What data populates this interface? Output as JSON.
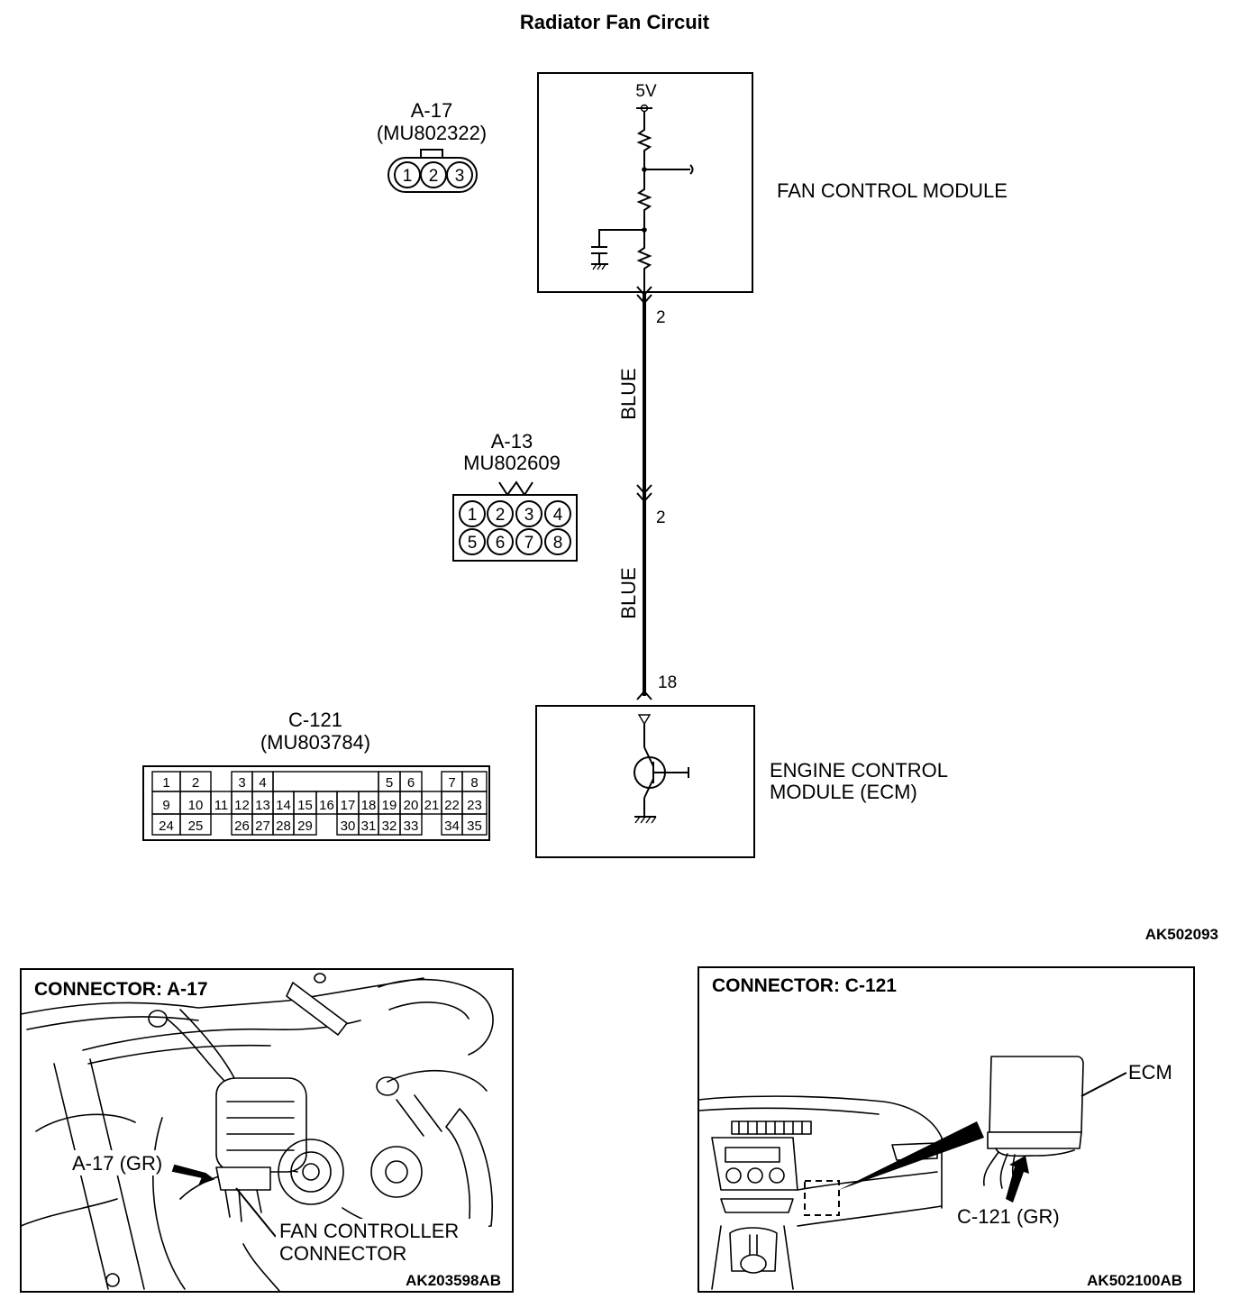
{
  "title": "Radiator Fan Circuit",
  "figure_code": "AK502093",
  "fan_module": {
    "label": "FAN CONTROL MODULE",
    "voltage": "5V",
    "pin": "2"
  },
  "wire": {
    "color_top": "BLUE",
    "color_bottom": "BLUE",
    "junction_pin": "2"
  },
  "ecm": {
    "label_line1": "ENGINE CONTROL",
    "label_line2": "MODULE (ECM)",
    "pin": "18"
  },
  "connector_a17": {
    "name": "A-17",
    "part": "(MU802322)",
    "pins": [
      "1",
      "2",
      "3"
    ]
  },
  "connector_a13": {
    "name": "A-13",
    "part": "MU802609",
    "pins_row1": [
      "1",
      "2",
      "3",
      "4"
    ],
    "pins_row2": [
      "5",
      "6",
      "7",
      "8"
    ]
  },
  "connector_c121": {
    "name": "C-121",
    "part": "(MU803784)",
    "rows": [
      [
        "1",
        "2",
        "",
        "3",
        "4",
        "",
        "",
        "",
        "",
        "",
        "5",
        "6",
        "",
        "7",
        "8"
      ],
      [
        "9",
        "10",
        "11",
        "12",
        "13",
        "14",
        "15",
        "16",
        "17",
        "18",
        "19",
        "20",
        "21",
        "22",
        "23"
      ],
      [
        "24",
        "25",
        "",
        "26",
        "27",
        "28",
        "29",
        "",
        "30",
        "31",
        "32",
        "33",
        "",
        "34",
        "35"
      ]
    ]
  },
  "photo_left": {
    "heading": "CONNECTOR: A-17",
    "callout": "A-17 (GR)",
    "label_line1": "FAN CONTROLLER",
    "label_line2": "CONNECTOR",
    "code": "AK203598AB"
  },
  "photo_right": {
    "heading": "CONNECTOR: C-121",
    "ecm_label": "ECM",
    "callout": "C-121 (GR)",
    "code": "AK502100AB"
  }
}
